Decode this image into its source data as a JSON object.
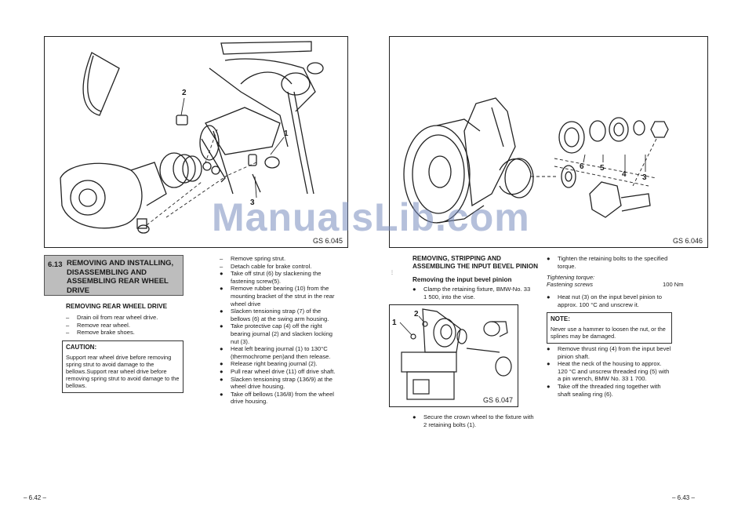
{
  "watermark": "ManualsLib.com",
  "left_page": {
    "figure": {
      "caption": "GS 6.045",
      "callouts": [
        "2",
        "1",
        "3"
      ]
    },
    "section": {
      "number": "6.13",
      "title": "REMOVING AND INSTALLING, DISASSEMBLING AND ASSEMBLING REAR WHEEL DRIVE"
    },
    "subheading": "REMOVING REAR WHEEL DRIVE",
    "steps_a": [
      "Drain oil from rear wheel drive.",
      "Remove rear wheel.",
      "Remove brake shoes."
    ],
    "caution": {
      "title": "CAUTION:",
      "text": "Support rear wheel drive before removing spring strut to avoid damage to the bellows.Support rear wheel drive before removing spring strut to avoid damage to the bellows."
    },
    "steps_b": [
      {
        "mark": "–",
        "text": "Remove spring strut."
      },
      {
        "mark": "–",
        "text": "Detach cable for brake control."
      },
      {
        "mark": "●",
        "text": "Take off strut (6) by slackening the fastening screw(5)."
      },
      {
        "mark": "●",
        "text": "Remove rubber bearing (10) from the mounting bracket of the strut in the rear wheel drive"
      },
      {
        "mark": "●",
        "text": "Slacken tensioning strap (7) of the bellows (6) at the swing arm housing."
      },
      {
        "mark": "●",
        "text": "Take protective cap (4) off the right bearing journal (2) and slacken locking nut (3)."
      },
      {
        "mark": "●",
        "text": "Heat left bearing journal (1) to 130°C (thermochrome pen)and then release."
      },
      {
        "mark": "●",
        "text": "Release right bearing journal (2)."
      },
      {
        "mark": "●",
        "text": "Pull rear wheel drive (11) off drive shaft."
      },
      {
        "mark": "●",
        "text": "Slacken tensioning strap (136/9) at the wheel drive housing."
      },
      {
        "mark": "●",
        "text": "Take off bellows (136/8) from the wheel drive housing."
      }
    ],
    "page_number": "– 6.42 –"
  },
  "right_page": {
    "figure": {
      "caption": "GS 6.046",
      "callouts": [
        "6",
        "5",
        "4",
        "3"
      ]
    },
    "heading": "REMOVING, STRIPPING AND ASSEMBLING THE INPUT BEVEL PINION",
    "subheading": "Removing the input bevel pinion",
    "steps_a": [
      {
        "mark": "●",
        "text": "Clamp the retaining fixture, BMW-No. 33 1 500, into the vise."
      }
    ],
    "inset_figure": {
      "caption": "GS 6.047",
      "callouts": [
        "1",
        "2"
      ]
    },
    "steps_b": [
      {
        "mark": "●",
        "text": "Secure the crown wheel to the fixture with 2 retaining bolts (1)."
      }
    ],
    "steps_c": [
      {
        "mark": "●",
        "text": "Tighten the retaining bolts to the specified torque."
      }
    ],
    "torque": {
      "label1": "Tightening torque:",
      "label2": "Fastening screws",
      "value": "100 Nm"
    },
    "steps_d": [
      {
        "mark": "●",
        "text": "Heat nut (3) on the input bevel pinion to approx. 100 °C and unscrew it."
      }
    ],
    "note": {
      "title": "NOTE:",
      "text": "Never use a hammer to loosen the nut, or the splines may be damaged."
    },
    "steps_e": [
      {
        "mark": "●",
        "text": "Remove thrust ring (4) from the input bevel pinion shaft."
      },
      {
        "mark": "●",
        "text": "Heat the neck of the housing to approx. 120 °C and unscrew threaded ring (5) with a pin wrench, BMW No. 33 1 700."
      },
      {
        "mark": "●",
        "text": "Take off the threaded ring together with shaft sealing ring (6)."
      }
    ],
    "page_number": "– 6.43 –"
  }
}
